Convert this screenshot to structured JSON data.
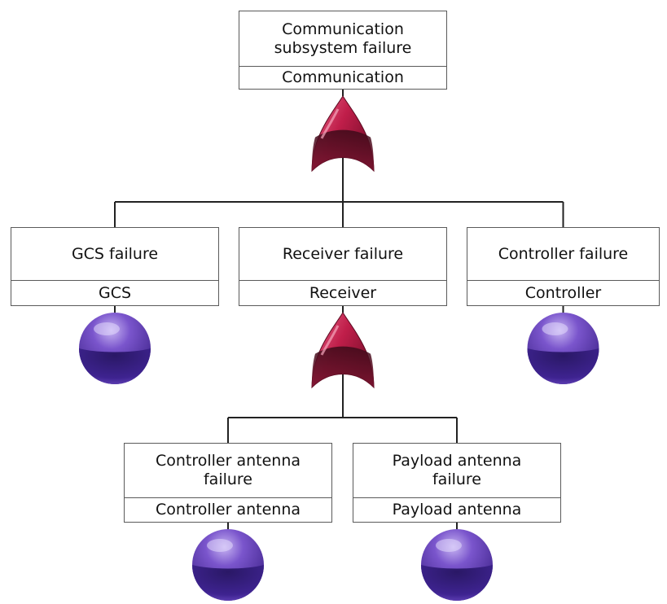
{
  "diagram": {
    "type": "fault-tree",
    "nodes": [
      {
        "id": "communication",
        "event": "Communication\nsubsystem failure",
        "label": "Communication",
        "gate": "or"
      },
      {
        "id": "gcs",
        "event": "GCS failure",
        "label": "GCS",
        "gate": "basic"
      },
      {
        "id": "receiver",
        "event": "Receiver failure",
        "label": "Receiver",
        "gate": "or"
      },
      {
        "id": "controller",
        "event": "Controller failure",
        "label": "Controller",
        "gate": "basic"
      },
      {
        "id": "controller-antenna",
        "event": "Controller antenna\nfailure",
        "label": "Controller antenna",
        "gate": "basic"
      },
      {
        "id": "payload-antenna",
        "event": "Payload antenna\nfailure",
        "label": "Payload antenna",
        "gate": "basic"
      }
    ],
    "edges": [
      [
        "communication",
        "gcs"
      ],
      [
        "communication",
        "receiver"
      ],
      [
        "communication",
        "controller"
      ],
      [
        "receiver",
        "controller-antenna"
      ],
      [
        "receiver",
        "payload-antenna"
      ]
    ],
    "colors": {
      "or_gate": "#b0173f",
      "basic_event": "#5a3a9e",
      "line": "#222222",
      "border": "#5a5a5a"
    }
  }
}
